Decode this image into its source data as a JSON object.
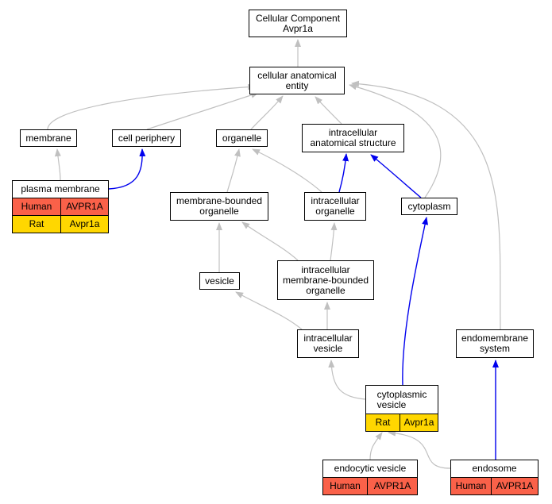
{
  "colors": {
    "edge_gray": "#c0c0c0",
    "edge_blue": "#0000ee",
    "species": {
      "Human": "#fa6149",
      "Rat": "#ffd700"
    }
  },
  "nodes": {
    "cellular_component": "Cellular Component\nAvpr1a",
    "cellular_anatomical_entity": "cellular anatomical\nentity",
    "membrane": "membrane",
    "cell_periphery": "cell periphery",
    "organelle": "organelle",
    "intracellular_anatomical_structure": "intracellular\nanatomical structure",
    "membrane_bounded_organelle": "membrane-bounded\norganelle",
    "intracellular_organelle": "intracellular\norganelle",
    "cytoplasm": "cytoplasm",
    "vesicle": "vesicle",
    "intracellular_membrane_bounded_organelle": "intracellular\nmembrane-bounded\norganelle",
    "intracellular_vesicle": "intracellular\nvesicle",
    "endomembrane_system": "endomembrane\nsystem"
  },
  "annotated_nodes": {
    "plasma_membrane": {
      "title": "plasma membrane",
      "rows": [
        {
          "species": "Human",
          "gene": "AVPR1A"
        },
        {
          "species": "Rat",
          "gene": "Avpr1a"
        }
      ]
    },
    "cytoplasmic_vesicle": {
      "title": "cytoplasmic\nvesicle",
      "rows": [
        {
          "species": "Rat",
          "gene": "Avpr1a"
        }
      ]
    },
    "endocytic_vesicle": {
      "title": "endocytic vesicle",
      "rows": [
        {
          "species": "Human",
          "gene": "AVPR1A"
        }
      ]
    },
    "endosome": {
      "title": "endosome",
      "rows": [
        {
          "species": "Human",
          "gene": "AVPR1A"
        }
      ]
    }
  }
}
